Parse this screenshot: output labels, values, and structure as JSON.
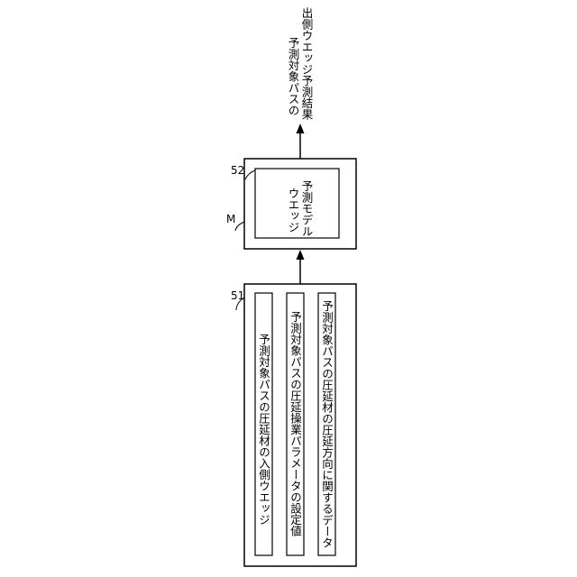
{
  "input_block": {
    "ref": "51",
    "items": [
      {
        "label": "予測対象パスの圧延材の入側ウエッジ"
      },
      {
        "label": "予測対象パスの圧延操業パラメータの設定値"
      },
      {
        "label": "予測対象パスの圧延材の圧延方向に関するデータ"
      }
    ]
  },
  "model_block": {
    "outer_ref": "M",
    "inner_ref": "52",
    "label_line1": "ウエッジ",
    "label_line2": "予測モデル"
  },
  "output": {
    "line1": "予測対象パスの",
    "line2": "出側ウエッジ予測結果"
  }
}
